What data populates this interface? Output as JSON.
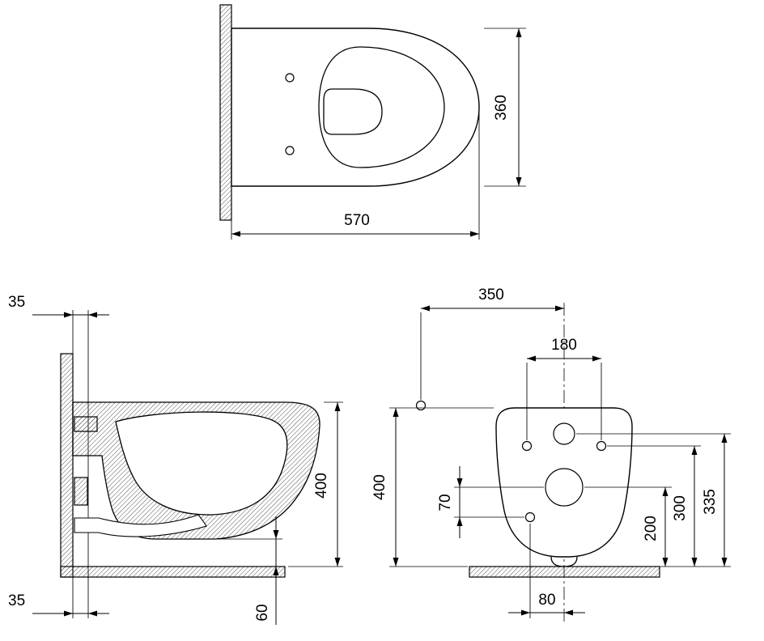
{
  "drawing": {
    "type": "technical-dimension-drawing",
    "subject": "wall-hung-toilet",
    "colors": {
      "line": "#000000",
      "background": "#ffffff"
    },
    "views": {
      "top": {
        "width": "570",
        "depth": "360"
      },
      "side": {
        "wall_offset_top": "35",
        "wall_offset_bottom": "35",
        "height": "400",
        "bottom_clearance": "60"
      },
      "front": {
        "supply_offset": "350",
        "fixing_hole_spacing": "180",
        "drain_to_hole": "70",
        "height": "400",
        "drain_center_height": "200",
        "fixing_hole_height": "300",
        "inlet_height": "335",
        "hole_to_center": "80"
      }
    }
  }
}
